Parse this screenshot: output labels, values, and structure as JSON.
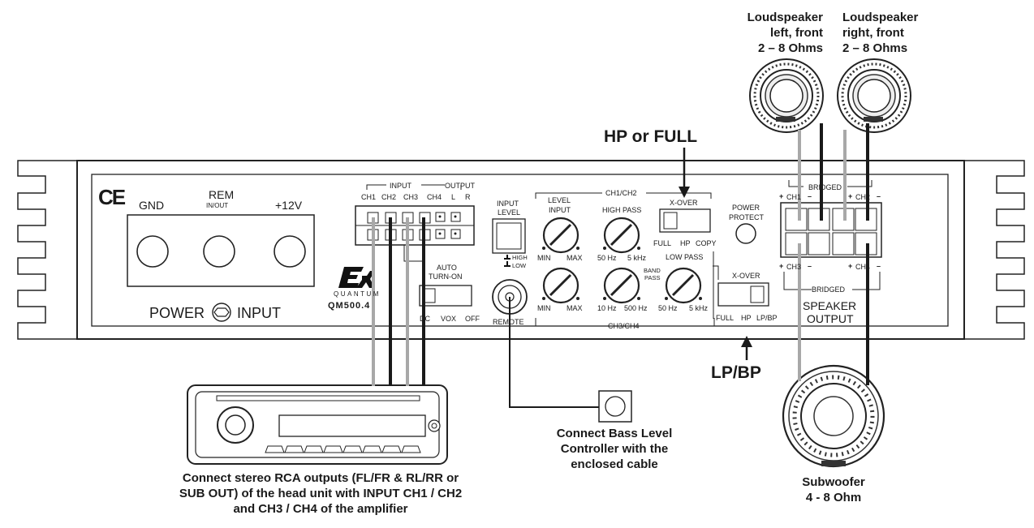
{
  "annotations": {
    "hp_or_full": "HP or FULL",
    "lp_bp": "LP/BP",
    "speaker_left": [
      "Loudspeaker",
      "left, front",
      "2 – 8 Ohms"
    ],
    "speaker_right": [
      "Loudspeaker",
      "right, front",
      "2 – 8 Ohms"
    ],
    "subwoofer": [
      "Subwoofer",
      "4 - 8 Ohm"
    ],
    "bass_controller": [
      "Connect Bass Level",
      "Controller with the",
      "enclosed cable"
    ],
    "head_unit": [
      "Connect stereo RCA outputs (FL/FR & RL/RR or",
      "SUB OUT) of the head unit with INPUT CH1 / CH2",
      "and CH3 / CH4 of the amplifier"
    ]
  },
  "amplifier": {
    "ce_mark": "CE",
    "power": {
      "gnd": "GND",
      "rem": "REM",
      "rem_sub": "IN/OUT",
      "plus12v": "+12V",
      "label_left": "POWER",
      "label_right": "INPUT"
    },
    "brand": {
      "quantum": "QUANTUM",
      "model": "QM500.4"
    },
    "input_output": {
      "input": "INPUT",
      "output": "OUTPUT",
      "channels": [
        "CH1",
        "CH2",
        "CH3",
        "CH4",
        "L",
        "R"
      ]
    },
    "auto_turn_on": {
      "title_1": "AUTO",
      "title_2": "TURN-ON",
      "options": [
        "DC",
        "VOX",
        "OFF"
      ]
    },
    "input_level": {
      "title_1": "INPUT",
      "title_2": "LEVEL",
      "high": "HIGH",
      "low": "LOW"
    },
    "remote": "REMOTE",
    "ch1_ch2": "CH1/CH2",
    "ch3_ch4": "CH3/CH4",
    "level_input": {
      "title_1": "LEVEL",
      "title_2": "INPUT",
      "min": "MIN",
      "max": "MAX"
    },
    "high_pass": {
      "title": "HIGH PASS",
      "min": "50 Hz",
      "max": "5 kHz"
    },
    "low_pass": {
      "title": "LOW PASS",
      "min": "50 Hz",
      "max": "5 kHz"
    },
    "band_pass": {
      "title_1": "BAND",
      "title_2": "PASS",
      "min": "10 Hz",
      "max": "500 Hz"
    },
    "xover_top": {
      "title": "X-OVER",
      "options": [
        "FULL",
        "HP",
        "COPY"
      ]
    },
    "xover_bottom": {
      "title": "X-OVER",
      "options": [
        "FULL",
        "HP",
        "LP/BP"
      ]
    },
    "power_protect": {
      "line1": "POWER",
      "line2": "PROTECT"
    },
    "speaker_output": {
      "bridged_top": "BRIDGED",
      "bridged_bottom": "BRIDGED",
      "ch1": "CH1",
      "ch2": "CH2",
      "ch3": "CH3",
      "ch4": "CH4",
      "line1": "SPEAKER",
      "line2": "OUTPUT"
    }
  }
}
